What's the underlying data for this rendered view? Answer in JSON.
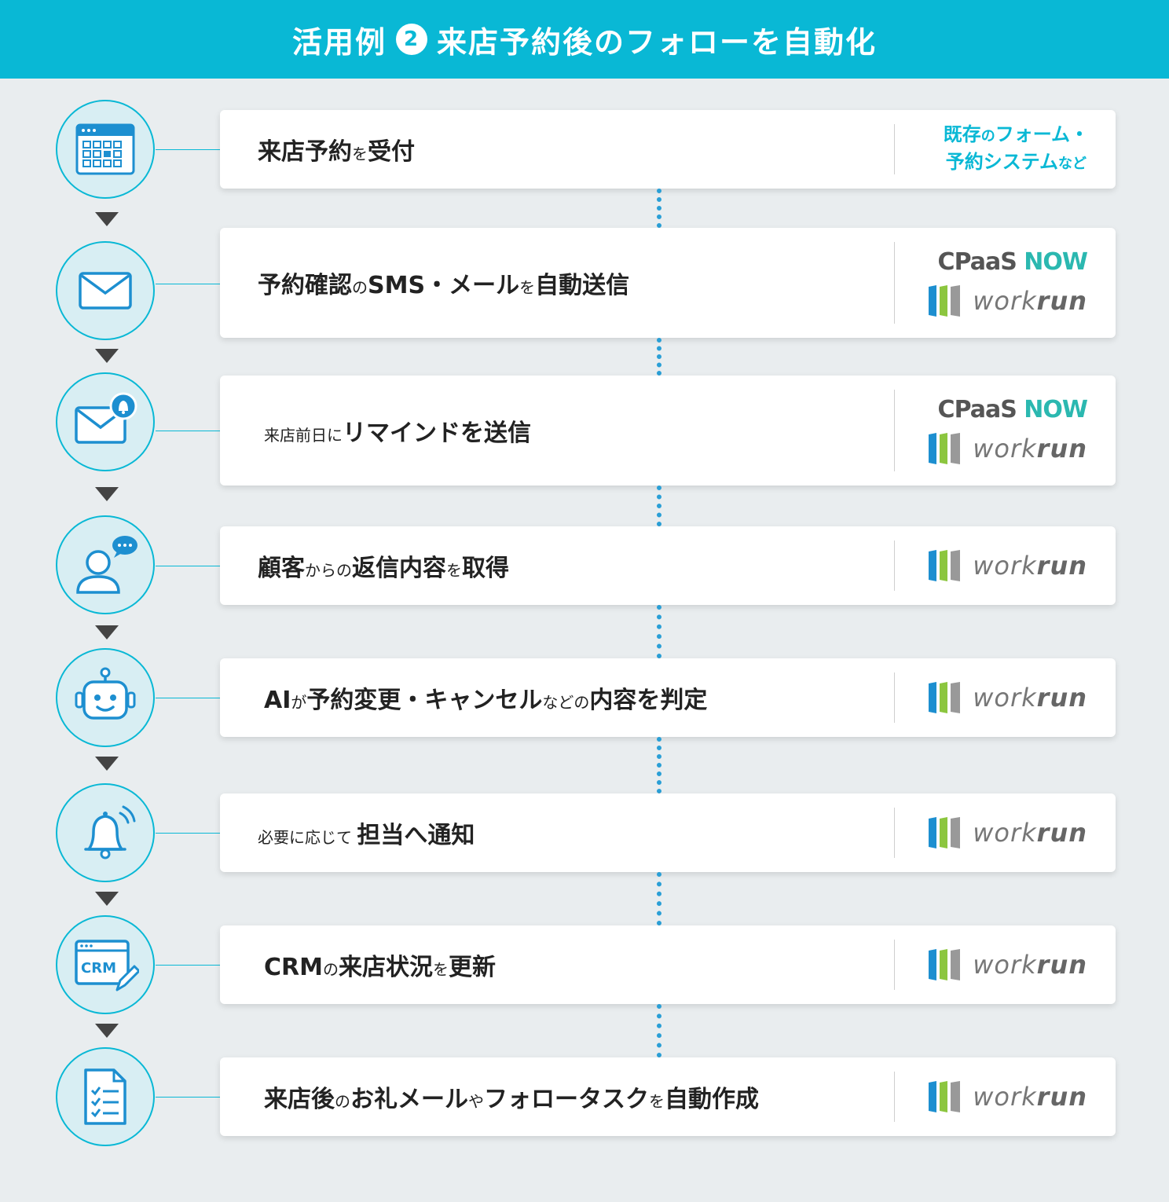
{
  "header": {
    "prefix": "活用例",
    "num": "2",
    "title": "来店予約後のフォローを自動化"
  },
  "tools": {
    "cpaas_a": "CPaaS",
    "cpaas_b": "NOW",
    "workrun_a": "work",
    "workrun_b": "run"
  },
  "steps": [
    {
      "icon": "calendar-icon",
      "parts": [
        [
          "来店予約",
          "b"
        ],
        [
          "を",
          "s"
        ],
        [
          "受付",
          "b"
        ]
      ],
      "existing": {
        "l1a": "既存",
        "l1b": "の",
        "l1c": "フォーム・",
        "l2a": "予約システム",
        "l2b": "など"
      }
    },
    {
      "icon": "mail-icon",
      "parts": [
        [
          "予約確認",
          "b"
        ],
        [
          "の",
          "s"
        ],
        [
          "SMS・メール",
          "b"
        ],
        [
          "を",
          "s"
        ],
        [
          "自動送信",
          "b"
        ]
      ]
    },
    {
      "icon": "mail-notification-icon",
      "parts": [
        [
          "来店前日に",
          "s"
        ],
        [
          "リマインドを送信",
          "b"
        ]
      ]
    },
    {
      "icon": "user-chat-icon",
      "parts": [
        [
          "顧客",
          "b"
        ],
        [
          "からの",
          "s"
        ],
        [
          "返信内容",
          "b"
        ],
        [
          "を",
          "s"
        ],
        [
          "取得",
          "b"
        ]
      ]
    },
    {
      "icon": "robot-icon",
      "parts": [
        [
          "AI",
          "b"
        ],
        [
          "が",
          "s"
        ],
        [
          "予約変更・キャンセル",
          "b"
        ],
        [
          "などの",
          "s"
        ],
        [
          "内容を判定",
          "b"
        ]
      ]
    },
    {
      "icon": "bell-icon",
      "parts": [
        [
          "必要に応じて ",
          "s"
        ],
        [
          "担当へ通知",
          "b"
        ]
      ]
    },
    {
      "icon": "crm-edit-icon",
      "parts": [
        [
          "CRM",
          "b"
        ],
        [
          "の",
          "s"
        ],
        [
          "来店状況",
          "b"
        ],
        [
          "を",
          "s"
        ],
        [
          "更新",
          "b"
        ]
      ],
      "crm": "CRM"
    },
    {
      "icon": "checklist-icon",
      "parts": [
        [
          "来店後",
          "b"
        ],
        [
          "の",
          "s"
        ],
        [
          "お礼メール",
          "b"
        ],
        [
          "や",
          "s"
        ],
        [
          "フォロータスク",
          "b"
        ],
        [
          "を",
          "s"
        ],
        [
          "自動作成",
          "b"
        ]
      ]
    }
  ]
}
